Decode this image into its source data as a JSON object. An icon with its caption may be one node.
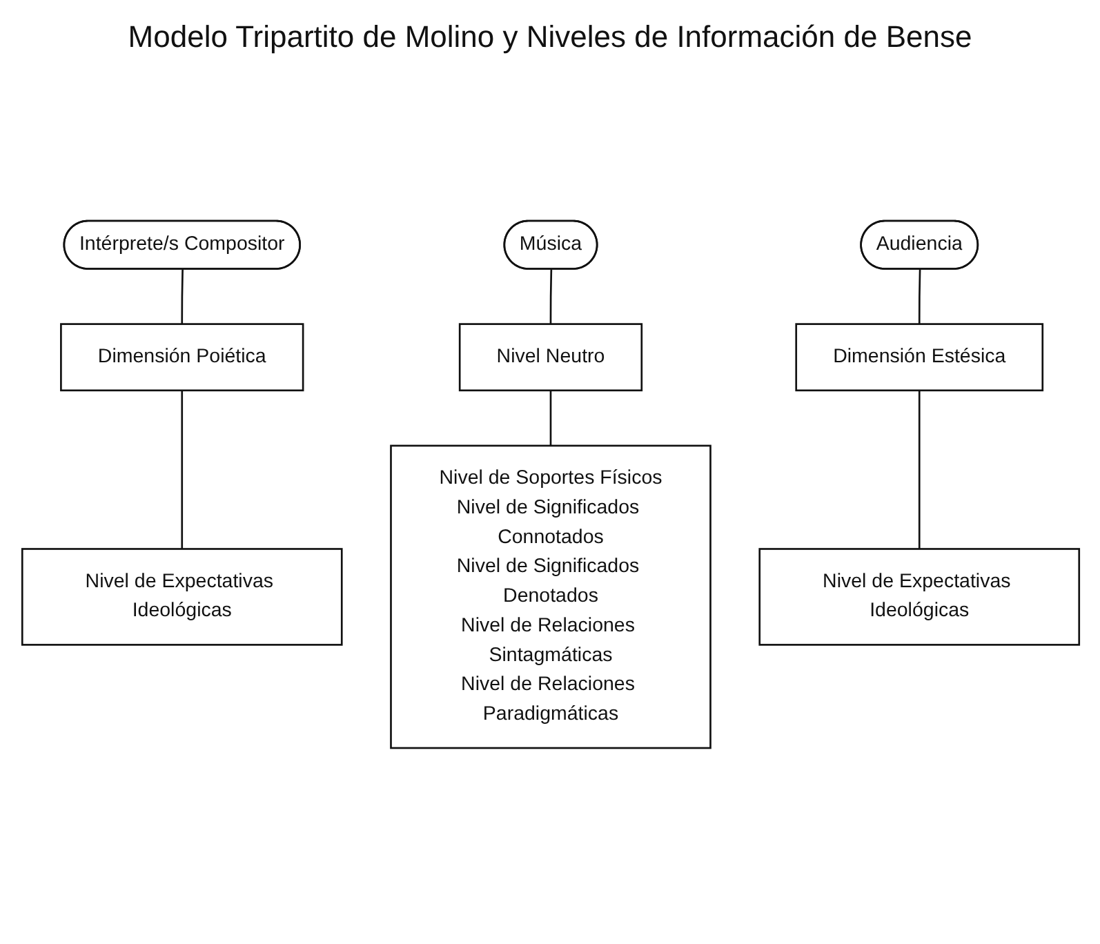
{
  "diagram": {
    "title": "Modelo Tripartito de Molino y Niveles de Información de Bense",
    "nodes": [
      {
        "text": [
          "Intérprete/s Compositor"
        ]
      },
      {
        "text": [
          "Música"
        ]
      },
      {
        "text": [
          "Audiencia"
        ]
      },
      {
        "text": [
          "Dimensión Poiética"
        ]
      },
      {
        "text": [
          "Nivel Neutro"
        ]
      },
      {
        "text": [
          "Dimensión Estésica"
        ]
      },
      {
        "text": [
          "Nivel de Expectativas Ideológicas"
        ]
      },
      {
        "text": [
          "Nivel de Expectativas Ideológicas"
        ]
      },
      {
        "text": [
          "Nivel de Soportes Físicos",
          "Nivel de Significados Connotados",
          "Nivel de Significados Denotados",
          "Nivel de Relaciones Sintagmáticas",
          "Nivel de Relaciones Paradigmáticas"
        ]
      }
    ],
    "edges": [
      {
        "from": 0,
        "to": 3,
        "arrow": "none"
      },
      {
        "from": 3,
        "to": 6,
        "arrow": "none"
      },
      {
        "from": 1,
        "to": 4,
        "arrow": "none"
      },
      {
        "from": 4,
        "to": 8,
        "arrow": "none"
      },
      {
        "from": 2,
        "to": 5,
        "arrow": "none"
      },
      {
        "from": 5,
        "to": 7,
        "arrow": "none"
      }
    ]
  }
}
